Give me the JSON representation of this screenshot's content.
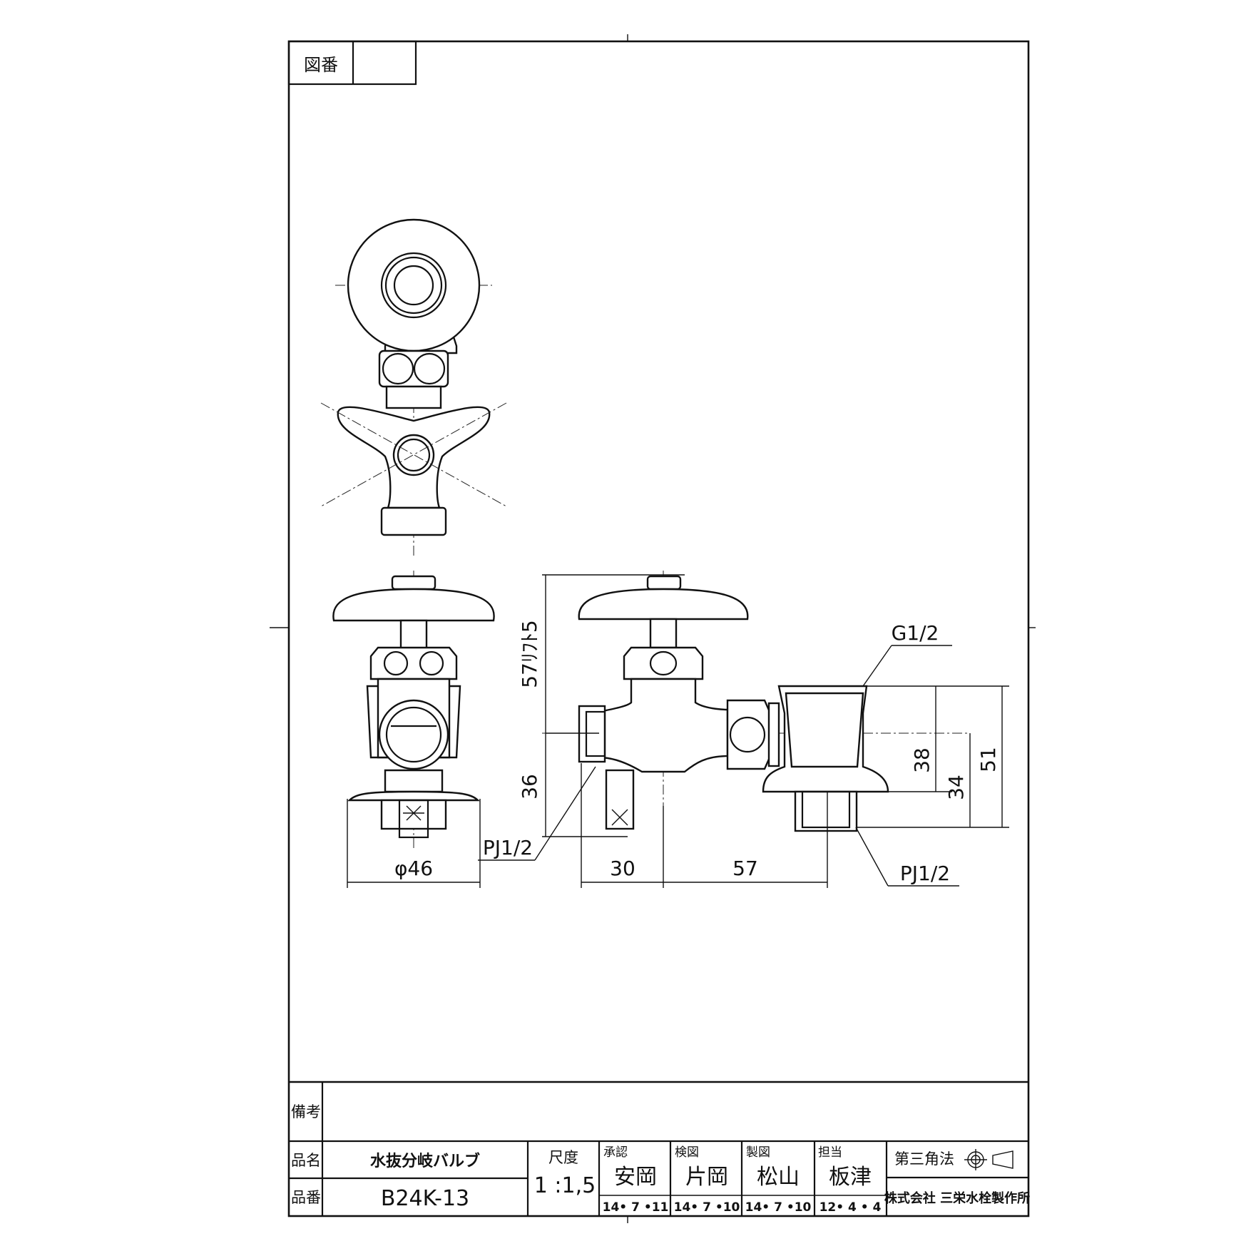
{
  "drawing_number": {
    "label": "図番",
    "value": ""
  },
  "notes": {
    "label": "備考",
    "value": ""
  },
  "product_name": {
    "label": "品名",
    "value": "水抜分岐バルブ"
  },
  "product_number": {
    "label": "品番",
    "value": "B24K-13"
  },
  "scale": {
    "label": "尺度",
    "value": "1 :1,5"
  },
  "approvals": [
    {
      "role": "承認",
      "name": "安岡",
      "date": "14• 7 •11"
    },
    {
      "role": "検図",
      "name": "片岡",
      "date": "14• 7 •10"
    },
    {
      "role": "製図",
      "name": "松山",
      "date": "14• 7 •10"
    },
    {
      "role": "担当",
      "name": "板津",
      "date": "12• 4 • 4"
    }
  ],
  "projection": {
    "label": "第三角法"
  },
  "company": "株式会社 三栄水栓製作所",
  "dimensions": {
    "stroke": "57ﾘﾌﾄ5",
    "lower_height": "36",
    "diameter": "φ46",
    "thread_left": "PJ1/2",
    "offset_30": "30",
    "offset_57": "57",
    "thread_top": "G1/2",
    "h38": "38",
    "h34": "34",
    "h51": "51",
    "thread_right": "PJ1/2"
  }
}
